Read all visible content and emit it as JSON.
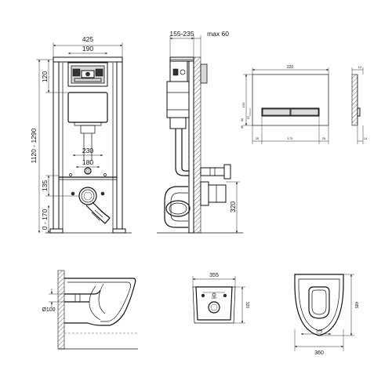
{
  "frame_front": {
    "width_overall": "425",
    "width_top": "190",
    "height_top": "120",
    "height_total": "1120 - 1290",
    "width_outlet_a": "230",
    "width_outlet_b": "180",
    "height_outlet": "135",
    "height_bottom": "0 - 170"
  },
  "frame_side": {
    "depth_range": "155-235",
    "depth_max": "max 60",
    "outlet_height": "320"
  },
  "flush_plate": {
    "width": "220",
    "height": "150",
    "button_h": "22",
    "button_w": "170",
    "margin_l": "25",
    "margin_r": "25",
    "side_depth": "12",
    "side_depth_b": "14",
    "vert_small_a": "40",
    "vert_small_b": "45"
  },
  "bowl_side": {
    "diameter": "Ø100"
  },
  "bowl_back": {
    "width": "355",
    "height": "320",
    "hole_spacing": "180"
  },
  "bowl_top": {
    "length": "485",
    "width": "360",
    "seat_width": "175"
  }
}
